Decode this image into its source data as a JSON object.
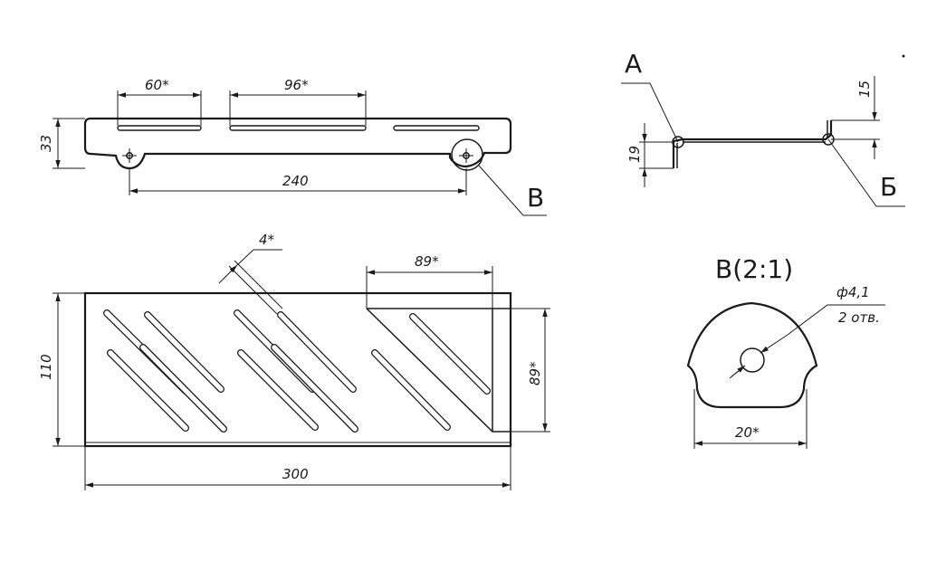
{
  "dimensions": {
    "top_slot_1": "60*",
    "top_slot_2": "96*",
    "height_33": "33",
    "length_240": "240",
    "slot_width": "4*",
    "triangle_width": "89*",
    "width_110": "110",
    "triangle_height": "89*",
    "length_300": "300",
    "side_19": "19",
    "side_15": "15",
    "hole_dia": "ф4,1",
    "hole_count": "2 отв.",
    "detail_width": "20*"
  },
  "labels": {
    "detail_ref": "В",
    "point_a": "А",
    "point_b": "Б",
    "detail_title": "В(2:1)"
  }
}
